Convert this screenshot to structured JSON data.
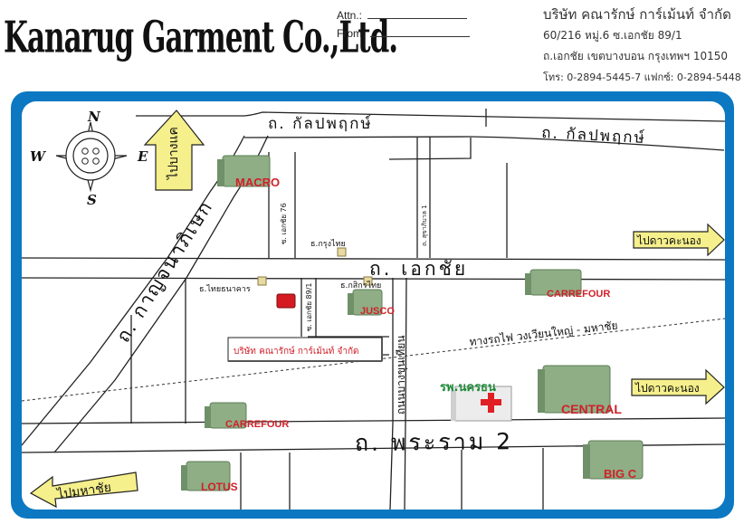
{
  "header": {
    "logo_text": "Kanarug Garment Co.,Ltd.",
    "attn_label": "Attn.:",
    "from_label": "From:",
    "company_th": "บริษัท คณารักษ์ การ์เม้นท์ จำกัด",
    "address_line1": "60/216 หมู่.6 ซ.เอกชัย 89/1",
    "address_line2": "ถ.เอกชัย เขตบางบอน กรุงเทพฯ 10150",
    "phone_line": "โทร: 0-2894-5445-7 แฟกซ์: 0-2894-5448"
  },
  "compass": {
    "n": "N",
    "s": "S",
    "e": "E",
    "w": "W"
  },
  "roads": {
    "kanlapaphruek_1": "ถ. กัลปพฤกษ์",
    "kanlapaphruek_2": "ถ. กัลปพฤกษ์",
    "ekachai": "ถ. เอกชัย",
    "kanchanaphisek": "ถ. กาญจนาภิเษก",
    "rama2": "ถ. พระราม 2",
    "bang_khun_thian": "ถนนบางขุนเทียน",
    "soi_ekachai_76": "ซ. เอกชัย 76",
    "soi_ekachai_89_1": "ซ. เอกชัย 89/1",
    "soi_sukhapiban_1": "ถ. สุขาภิบาล 1",
    "railway": "ทางรถไฟ วงเวียนใหญ่ - มหาชัย"
  },
  "arrows": {
    "bangkhae": "ไปบางแค",
    "dao_khanong_top": "ไปดาวคะนอง",
    "dao_khanong_mid": "ไปดาวคะนอง",
    "mahachai": "ไปมหาชัย"
  },
  "landmarks": {
    "macro": "MACRO",
    "jusco": "JUSCO",
    "carrefour_top": "CARREFOUR",
    "carrefour_bottom": "CARREFOUR",
    "central": "CENTRAL",
    "lotus": "LOTUS",
    "bigc": "BIG C",
    "hospital": "รพ.นครธน",
    "bank_krungthai": "ธ.กรุงไทย",
    "bank_thanachart": "ธ.ไทยธนาคาร",
    "bank_kasikorn": "ธ.กสิกรไทย",
    "company": "บริษัท คณารักษ์ การ์เม้นท์ จำกัด"
  },
  "colors": {
    "map_border": "#0c78c2",
    "road_line": "#222222",
    "landmark_text": "#d0202a",
    "arrow_fill": "#f5ef8c",
    "building": "#8fae85"
  }
}
